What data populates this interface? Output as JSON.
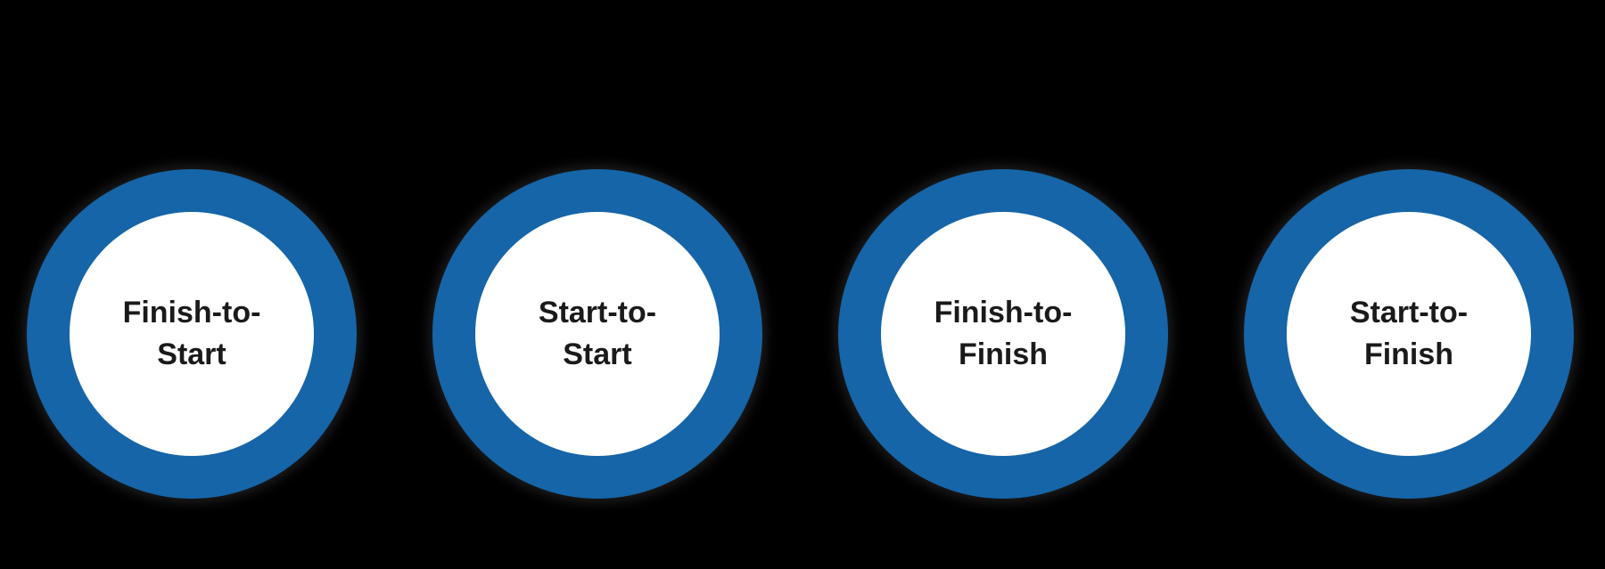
{
  "diagram": {
    "name": "task-dependency-types",
    "items": [
      {
        "id": "finish-to-start",
        "line1": "Finish-to-",
        "line2": "Start"
      },
      {
        "id": "start-to-start",
        "line1": "Start-to-",
        "line2": "Start"
      },
      {
        "id": "finish-to-finish",
        "line1": "Finish-to-",
        "line2": "Finish"
      },
      {
        "id": "start-to-finish",
        "line1": "Start-to-",
        "line2": "Finish"
      }
    ]
  },
  "colors": {
    "background": "#000000",
    "ring": "#1565a8",
    "circle_fill": "#ffffff",
    "text": "#1a1a1a"
  }
}
